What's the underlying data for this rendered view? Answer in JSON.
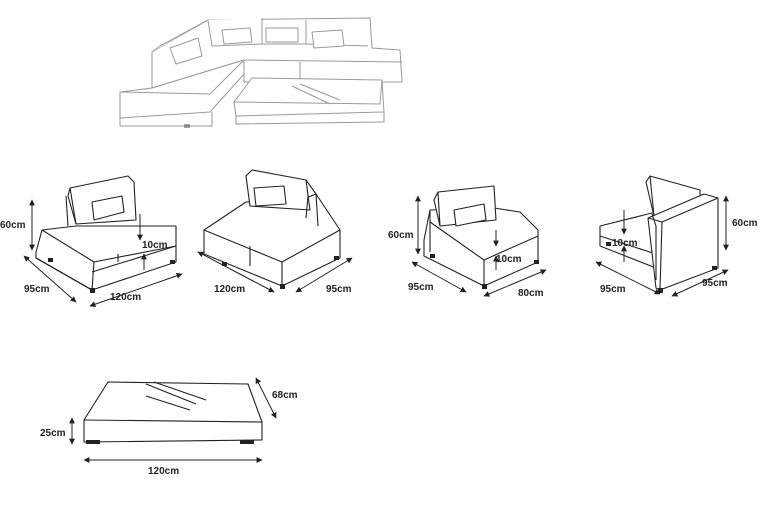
{
  "modules": {
    "corner_left": {
      "height": "60cm",
      "seat": "10cm",
      "depth": "95cm",
      "width": "120cm"
    },
    "chaise": {
      "width": "120cm",
      "depth": "95cm"
    },
    "armless": {
      "height": "60cm",
      "seat": "10cm",
      "depth": "95cm",
      "width": "80cm"
    },
    "corner_right": {
      "height": "60cm",
      "seat": "10cm",
      "depth": "95cm",
      "width": "95cm"
    },
    "table": {
      "height": "25cm",
      "depth": "68cm",
      "width": "120cm"
    }
  },
  "colors": {
    "line": "#222222",
    "overview_line": "#9a9a9a"
  }
}
